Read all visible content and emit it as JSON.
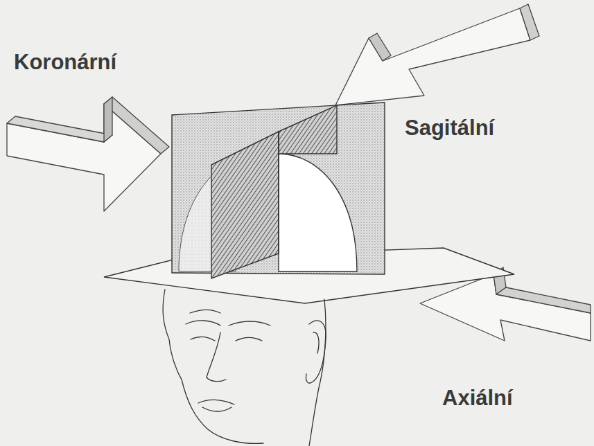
{
  "diagram": {
    "labels": [
      "Koronární",
      "Sagitální",
      "Axiální"
    ]
  }
}
